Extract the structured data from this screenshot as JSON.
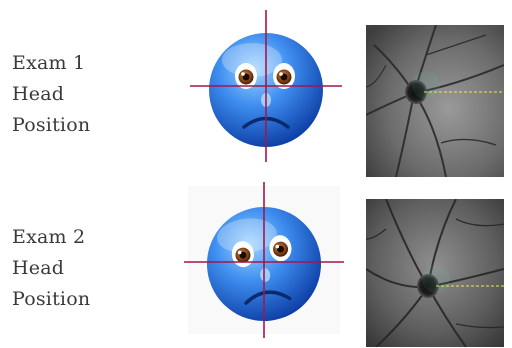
{
  "exams": [
    {
      "line1": "Exam 1",
      "line2": "Head",
      "line3": "Position"
    },
    {
      "line1": "Exam 2",
      "line2": "Head",
      "line3": "Position"
    }
  ],
  "colors": {
    "face_blue": "#2f7fe0",
    "crosshair": "#a3164a",
    "fundus_marker": "#f2e84a",
    "text": "#3a3a3a"
  }
}
